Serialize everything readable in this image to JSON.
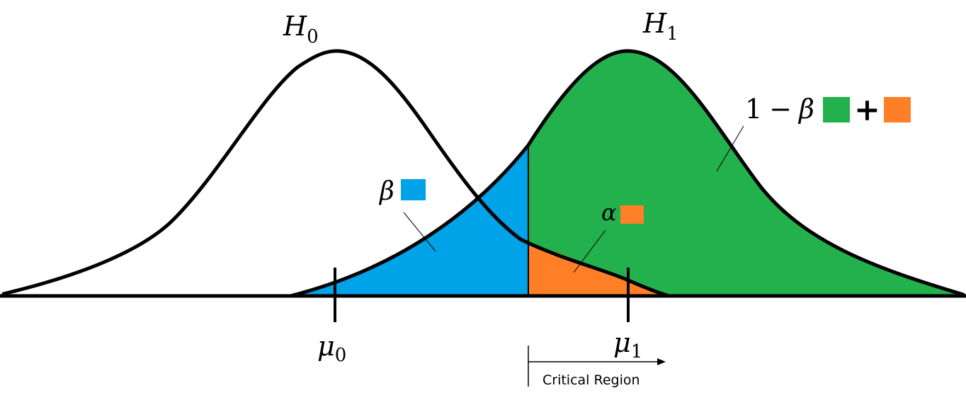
{
  "colors": {
    "green": "#22b14c",
    "blue": "#00a2e8",
    "orange": "#ff7f27",
    "outline": "#000000",
    "background": "#ffffff"
  },
  "labels": {
    "h0": {
      "base": "H",
      "sub": "0"
    },
    "h1": {
      "base": "H",
      "sub": "1"
    },
    "mu0": {
      "base": "μ",
      "sub": "0"
    },
    "mu1": {
      "base": "μ",
      "sub": "1"
    },
    "beta": "β",
    "alpha": "α",
    "power": {
      "one": "1",
      "minus": "−",
      "beta": "β",
      "plus": "+"
    },
    "critical_region": "Critical Region"
  },
  "regions": {
    "beta": "blue",
    "alpha": "orange",
    "power": [
      "green",
      "orange"
    ]
  }
}
